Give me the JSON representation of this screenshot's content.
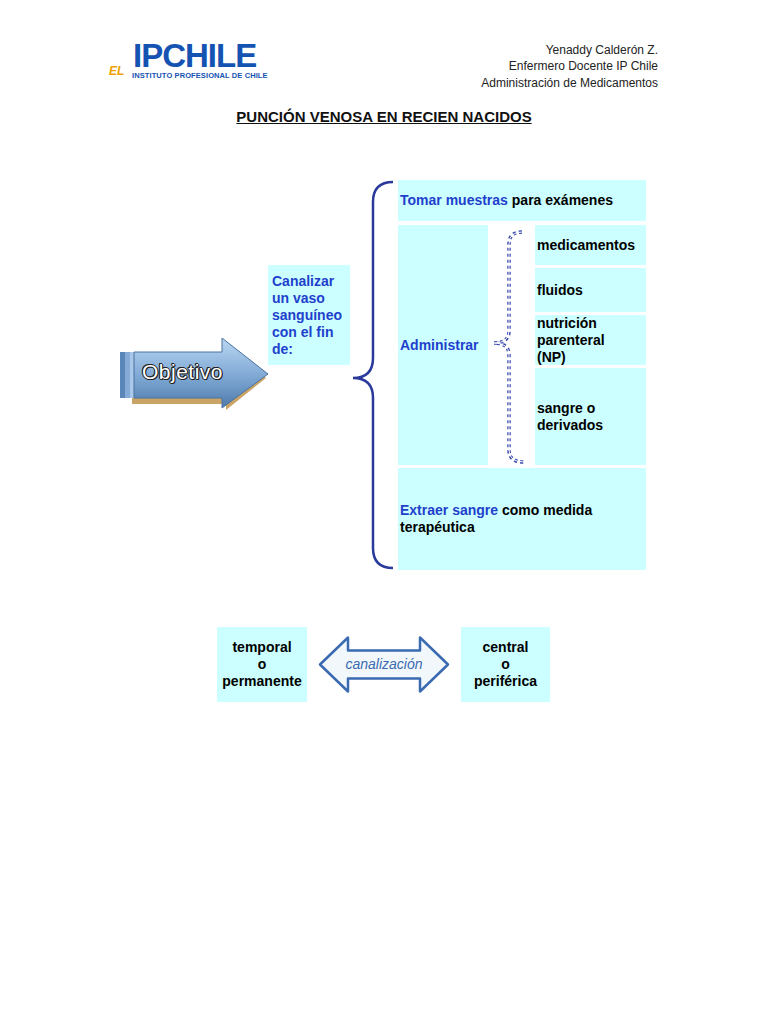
{
  "diagram": {
    "title": "PUNCIÓN VENOSA EN RECIEN NACIDOS",
    "nodes": [
      {
        "text": [
          "Objetivo"
        ]
      },
      {
        "text": [
          "Canalizar un vaso sanguíneo con el fin de:"
        ]
      },
      {
        "text": [
          "Tomar muestras",
          "para exámenes"
        ]
      },
      {
        "text": [
          "Administrar"
        ]
      },
      {
        "text": [
          "medicamentos"
        ]
      },
      {
        "text": [
          "fluidos"
        ]
      },
      {
        "text": [
          "nutrición parenteral (NP)"
        ]
      },
      {
        "text": [
          "sangre o derivados"
        ]
      },
      {
        "text": [
          "Extraer sangre",
          "como medida terapéutica"
        ]
      },
      {
        "text": [
          "temporal o permanente"
        ]
      },
      {
        "text": [
          "central o periférica"
        ]
      }
    ],
    "edges": [
      {
        "from": 9,
        "to": 10,
        "label": "canalización",
        "arrow": "both"
      }
    ],
    "labels": [
      "EL",
      "IPCHILE",
      "INSTITUTO PROFESIONAL DE CHILE",
      "Yenaddy Calderón Z.",
      "Enfermero Docente IP Chile",
      "Administración de Medicamentos"
    ]
  }
}
